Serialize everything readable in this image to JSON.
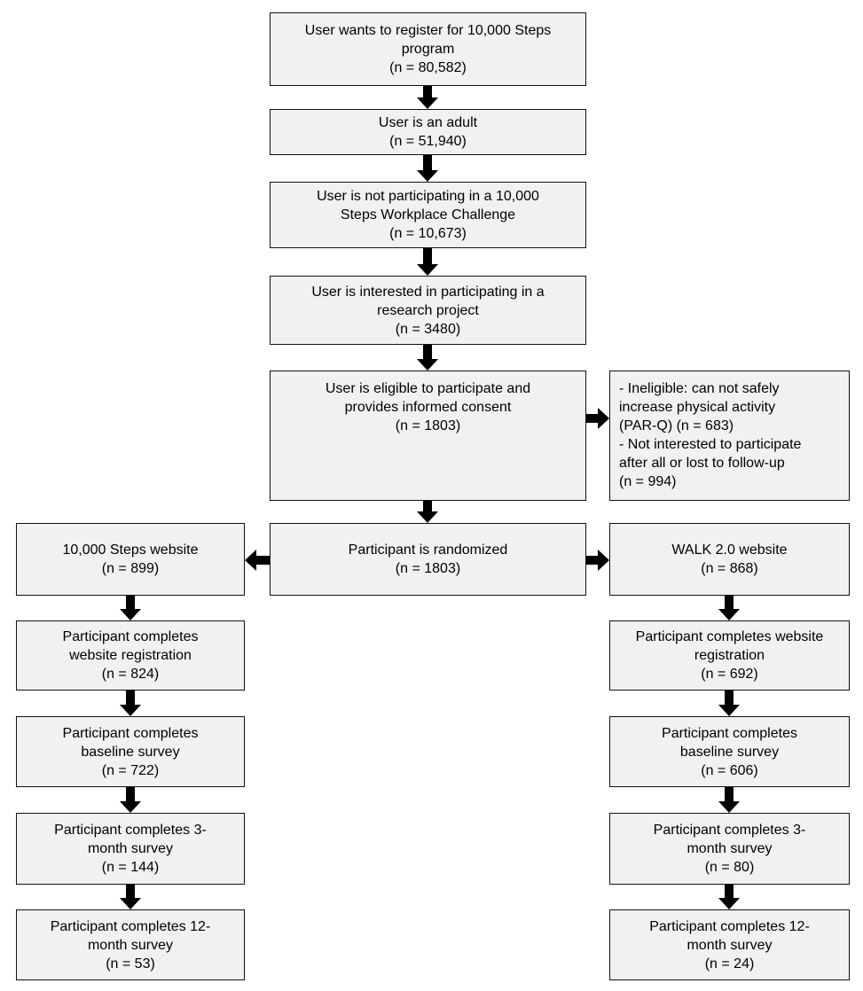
{
  "colors": {
    "box_fill": "#f1f1f1",
    "box_border": "#111111",
    "arrow": "#000000"
  },
  "screening": [
    {
      "name": "register-interest",
      "lines": [
        "User wants to register for 10,000 Steps",
        "program",
        "(n = 80,582)"
      ]
    },
    {
      "name": "adult",
      "lines": [
        "User is an adult",
        "(n = 51,940)"
      ]
    },
    {
      "name": "not-workplace-challenge",
      "lines": [
        "User is not participating in a 10,000",
        "Steps Workplace Challenge",
        "(n = 10,673)"
      ]
    },
    {
      "name": "research-interest",
      "lines": [
        "User is interested in participating in a",
        "research project",
        "(n = 3480)"
      ]
    },
    {
      "name": "eligible-consent",
      "lines": [
        "User is eligible to participate and",
        "provides informed consent",
        "(n = 1803)"
      ]
    }
  ],
  "exclusions": {
    "lines": [
      "- Ineligible: can not safely",
      "increase physical activity",
      "(PAR-Q) (n = 683)",
      "- Not interested to participate",
      "after all or lost to follow-up",
      "(n = 994)"
    ]
  },
  "randomization": {
    "lines": [
      "Participant is randomized",
      "(n = 1803)"
    ]
  },
  "arm_steps": [
    {
      "name": "steps-website",
      "lines": [
        "10,000 Steps website",
        "(n = 899)"
      ]
    },
    {
      "name": "steps-registration",
      "lines": [
        "Participant completes",
        "website registration",
        "(n = 824)"
      ]
    },
    {
      "name": "steps-baseline",
      "lines": [
        "Participant completes",
        "baseline survey",
        "(n = 722)"
      ]
    },
    {
      "name": "steps-3month",
      "lines": [
        "Participant completes 3-",
        "month survey",
        "(n = 144)"
      ]
    },
    {
      "name": "steps-12month",
      "lines": [
        "Participant completes 12-",
        "month survey",
        "(n = 53)"
      ]
    }
  ],
  "arm_walk": [
    {
      "name": "walk-website",
      "lines": [
        "WALK 2.0 website",
        "(n = 868)"
      ]
    },
    {
      "name": "walk-registration",
      "lines": [
        "Participant completes website",
        "registration",
        "(n = 692)"
      ]
    },
    {
      "name": "walk-baseline",
      "lines": [
        "Participant completes",
        "baseline survey",
        "(n = 606)"
      ]
    },
    {
      "name": "walk-3month",
      "lines": [
        "Participant completes 3-",
        "month survey",
        "(n = 80)"
      ]
    },
    {
      "name": "walk-12month",
      "lines": [
        "Participant completes 12-",
        "month survey",
        "(n = 24)"
      ]
    }
  ]
}
